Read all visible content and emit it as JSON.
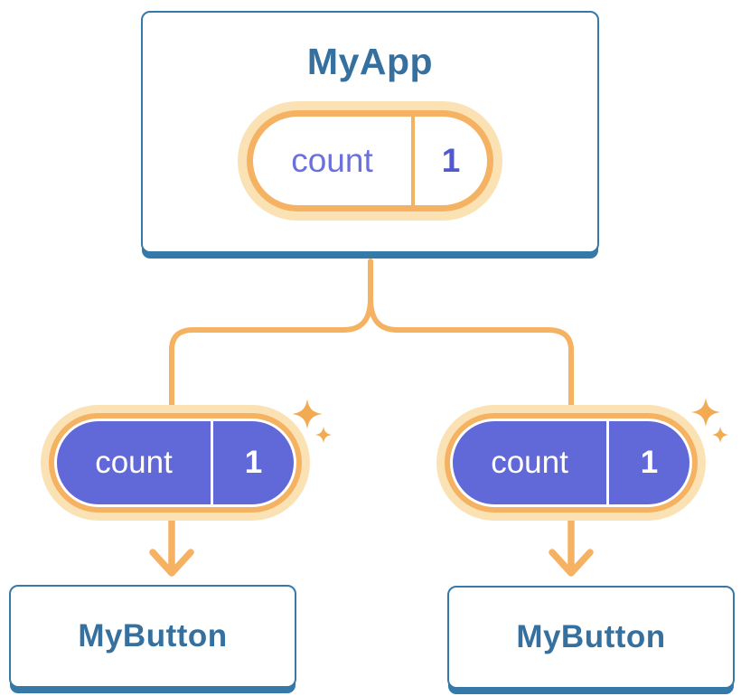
{
  "diagram": {
    "description": "React component tree passing state down as props",
    "root": {
      "title": "MyApp",
      "state": {
        "label": "count",
        "value": "1"
      }
    },
    "children": [
      {
        "title": "MyButton",
        "prop": {
          "label": "count",
          "value": "1"
        }
      },
      {
        "title": "MyButton",
        "prop": {
          "label": "count",
          "value": "1"
        }
      }
    ],
    "palette": {
      "card_border_blue": "#3579A8",
      "title_text_blue": "#35709E",
      "connector_orange": "#F5B262",
      "pill_glow_pale_orange": "#FBE2B4",
      "sparkle_orange": "#F2AB52",
      "pill_purple": "#6169D8",
      "state_label_purple": "#6B71DC",
      "state_value_purple": "#5158D0",
      "background": "#FFFFFF"
    }
  }
}
